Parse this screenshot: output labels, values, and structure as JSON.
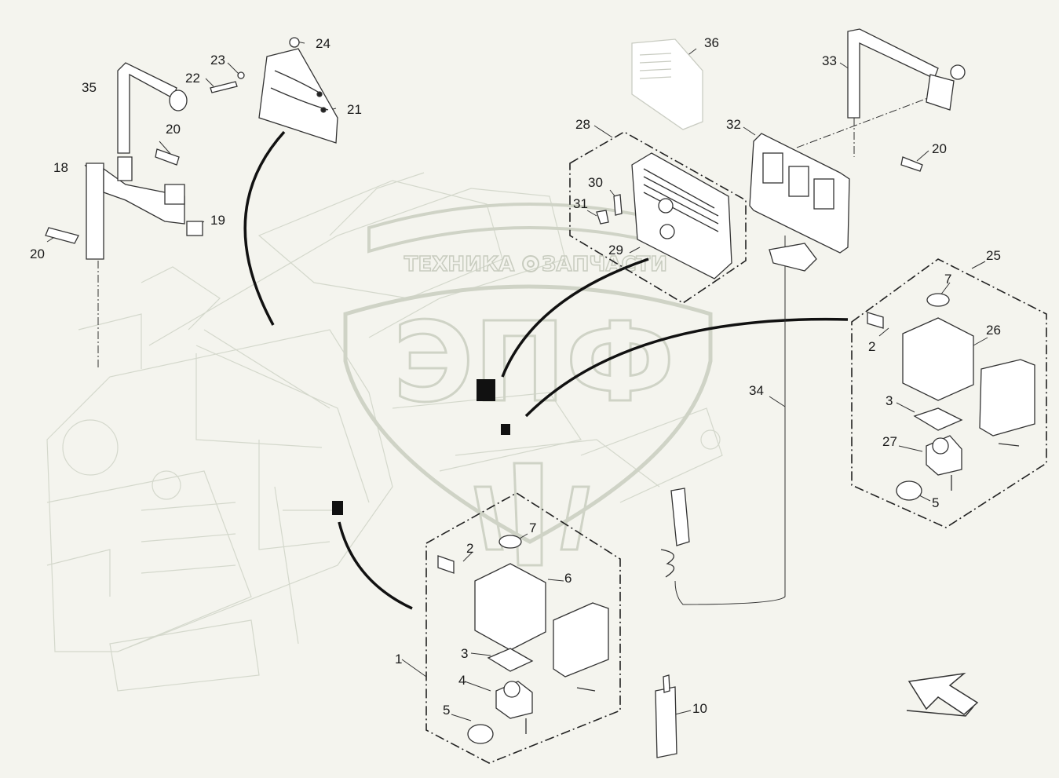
{
  "watermark": {
    "top_left": "ТЕХНИКА",
    "top_right": "ЗАПЧАСТИ",
    "logo": "ЭПФ"
  },
  "callouts": [
    {
      "id": "c35",
      "text": "35"
    },
    {
      "id": "c23",
      "text": "23"
    },
    {
      "id": "c24",
      "text": "24"
    },
    {
      "id": "c22",
      "text": "22"
    },
    {
      "id": "c21",
      "text": "21"
    },
    {
      "id": "c20a",
      "text": "20"
    },
    {
      "id": "c18",
      "text": "18"
    },
    {
      "id": "c19",
      "text": "19"
    },
    {
      "id": "c20b",
      "text": "20"
    },
    {
      "id": "c36",
      "text": "36"
    },
    {
      "id": "c28",
      "text": "28"
    },
    {
      "id": "c30",
      "text": "30"
    },
    {
      "id": "c31",
      "text": "31"
    },
    {
      "id": "c29",
      "text": "29"
    },
    {
      "id": "c33",
      "text": "33"
    },
    {
      "id": "c32",
      "text": "32"
    },
    {
      "id": "c20c",
      "text": "20"
    },
    {
      "id": "c25",
      "text": "25"
    },
    {
      "id": "c7a",
      "text": "7"
    },
    {
      "id": "c2a",
      "text": "2"
    },
    {
      "id": "c26",
      "text": "26"
    },
    {
      "id": "c34",
      "text": "34"
    },
    {
      "id": "c3a",
      "text": "3"
    },
    {
      "id": "c27",
      "text": "27"
    },
    {
      "id": "c5a",
      "text": "5"
    },
    {
      "id": "c7b",
      "text": "7"
    },
    {
      "id": "c2b",
      "text": "2"
    },
    {
      "id": "c6",
      "text": "6"
    },
    {
      "id": "c1",
      "text": "1"
    },
    {
      "id": "c3b",
      "text": "3"
    },
    {
      "id": "c4",
      "text": "4"
    },
    {
      "id": "c5b",
      "text": "5"
    },
    {
      "id": "c10",
      "text": "10"
    }
  ]
}
